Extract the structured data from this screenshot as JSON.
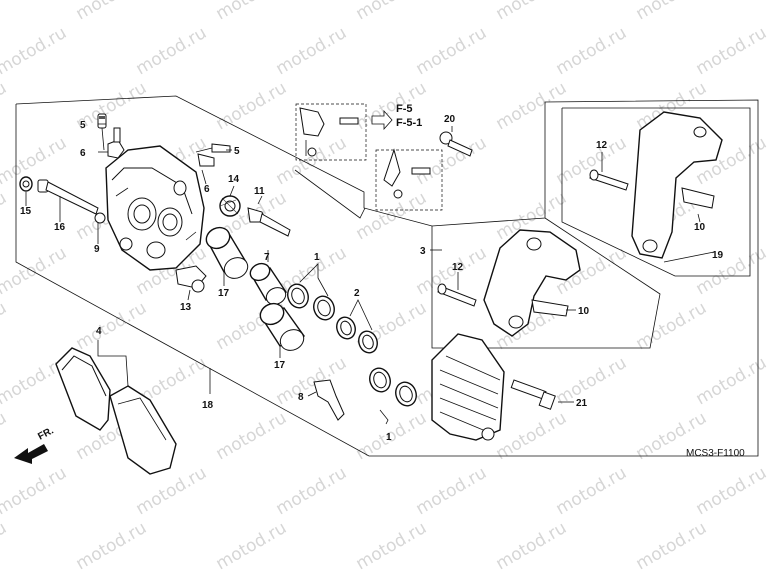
{
  "watermark_text": "motod.ru",
  "diagram_code": "MCS3-F1100",
  "front_label": "FR.",
  "refs": [
    "F-5",
    "F-5-1"
  ],
  "callouts": {
    "c1a": "1",
    "c1b": "1",
    "c2": "2",
    "c3": "3",
    "c4": "4",
    "c5a": "5",
    "c5b": "5",
    "c6a": "6",
    "c6b": "6",
    "c7": "7",
    "c8": "8",
    "c9": "9",
    "c10a": "10",
    "c10b": "10",
    "c11": "11",
    "c12a": "12",
    "c12b": "12",
    "c13": "13",
    "c14": "14",
    "c15": "15",
    "c16": "16",
    "c17a": "17",
    "c17b": "17",
    "c18": "18",
    "c19": "19",
    "c20": "20",
    "c21": "21"
  }
}
